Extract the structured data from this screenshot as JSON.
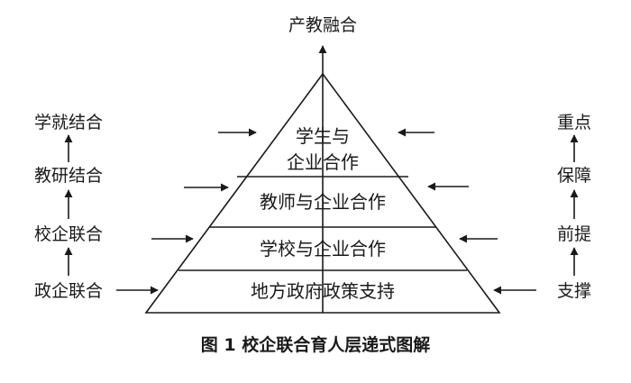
{
  "top_label": "产教融合",
  "pyramid": {
    "tiers": [
      {
        "lines": [
          "学生与",
          "企业合作"
        ]
      },
      {
        "lines": [
          "教师与企业合作"
        ]
      },
      {
        "lines": [
          "学校与企业合作"
        ]
      },
      {
        "lines": [
          "地方政府政策支持"
        ]
      }
    ]
  },
  "left_chain": [
    "学就结合",
    "教研结合",
    "校企联合",
    "政企联合"
  ],
  "right_chain": [
    "重点",
    "保障",
    "前提",
    "支撑"
  ],
  "caption": "图 1 校企联合育人层递式图解"
}
